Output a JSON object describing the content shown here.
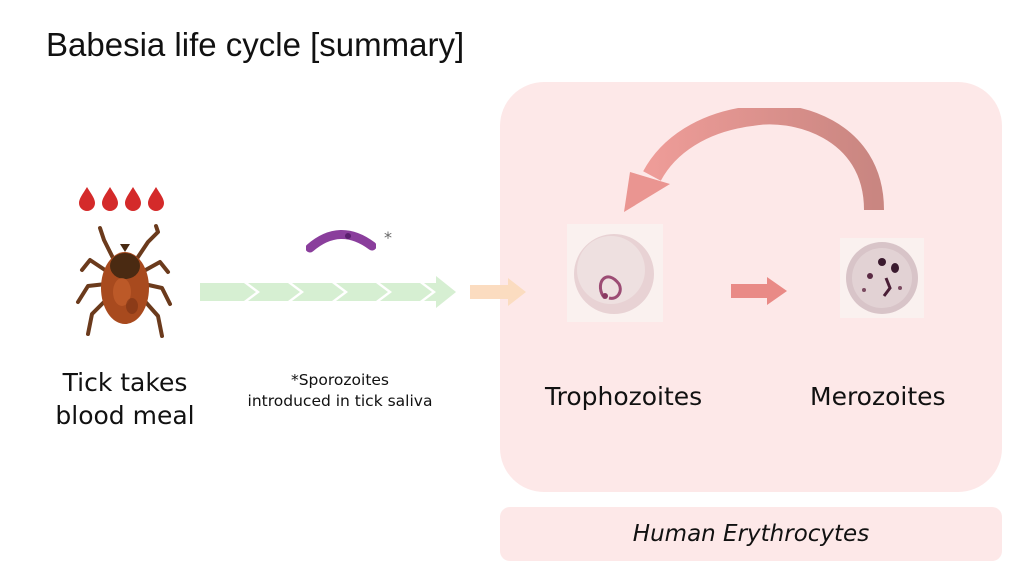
{
  "title": "Babesia life cycle [summary]",
  "tick": {
    "label_line1": "Tick takes",
    "label_line2": "blood meal"
  },
  "sporozoite": {
    "marker": "*",
    "note_line1": "*Sporozoites",
    "note_line2": "introduced in tick saliva"
  },
  "stages": {
    "trophozoites": "Trophozoites",
    "merozoites": "Merozoites"
  },
  "host": {
    "label": "Human Erythrocytes"
  },
  "colors": {
    "panel_bg": "#fde8e8",
    "blood_red": "#d42a2a",
    "chevron_green": "#d6efd2",
    "arrow_orange": "#fbdcc0",
    "arrow_red": "#e98a86",
    "cycle_arrow": "#e7918e",
    "sporozoite_purple": "#8a3e9c"
  }
}
